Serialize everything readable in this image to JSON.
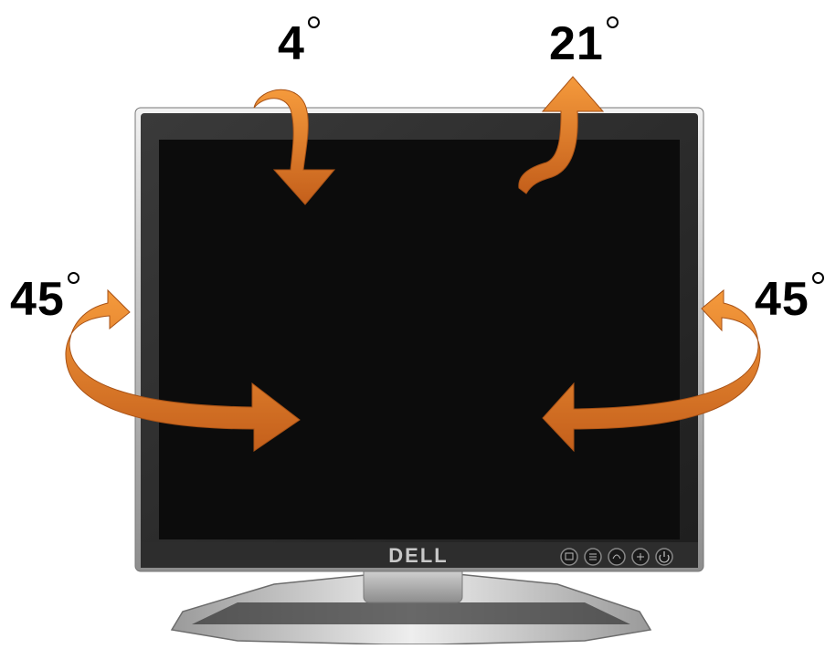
{
  "monitor": {
    "brand_logo": "DELL",
    "buttons": [
      "input-source-icon",
      "menu-icon",
      "brightness-icon",
      "adjust-icon",
      "power-icon"
    ]
  },
  "angles": {
    "tilt_forward": "4",
    "tilt_back": "21",
    "swivel_left": "45",
    "swivel_right": "45"
  },
  "colors": {
    "arrow": "#e87a2a",
    "arrow_shadow": "#a85216",
    "bezel": "#2a2a2a",
    "screen": "#0c0c0c",
    "silver": "#c4c4c4"
  }
}
